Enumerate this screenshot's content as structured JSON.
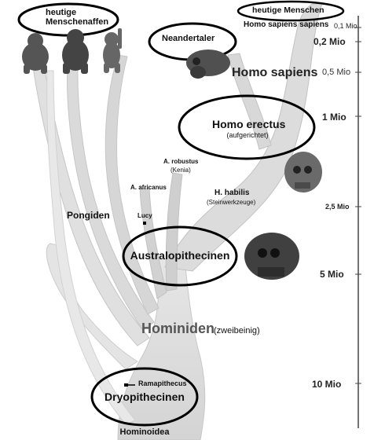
{
  "labels": {
    "apes_today": "heutige\nMenschenaffen",
    "humans_today": "heutige Menschen",
    "homo_sapiens_sapiens": "Homo sapiens sapiens",
    "neandertaler": "Neandertaler",
    "homo_sapiens": "Homo sapiens",
    "homo_erectus": "Homo erectus",
    "homo_erectus_sub": "(aufgerichtet)",
    "a_robustus": "A. robustus",
    "a_robustus_sub": "(Kenia)",
    "a_africanus": "A. africanus",
    "h_habilis": "H. habilis",
    "h_habilis_sub": "(Steinwerkzeuge)",
    "pongiden": "Pongiden",
    "lucy": "Lucy",
    "australopithecinen": "Australopithecinen",
    "hominiden": "Hominiden",
    "hominiden_sub": "(zweibeinig)",
    "ramapithecus": "Ramapithecus",
    "dryopithecinen": "Dryopithecinen",
    "hominoidea": "Hominoidea"
  },
  "timeline": {
    "t0_1": "0,1 Mio",
    "t0_2": "0,2 Mio",
    "t0_5": "0,5 Mio",
    "t1": "1 Mio",
    "t2_5": "2,5 Mio",
    "t5": "5 Mio",
    "t10": "10 Mio"
  },
  "colors": {
    "branch": "#dadada",
    "branch_stroke": "#bdbdbd",
    "ellipse": "#000000",
    "axis": "#444444"
  }
}
